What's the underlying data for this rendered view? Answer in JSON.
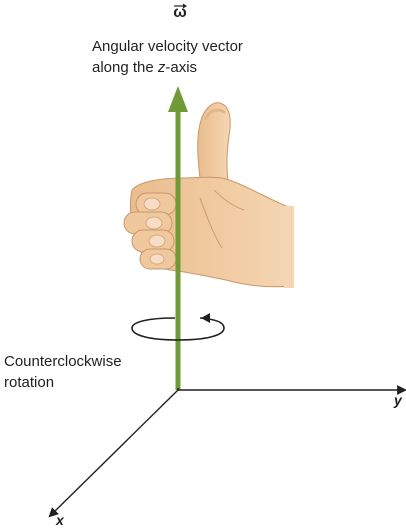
{
  "omega_symbol": "ω",
  "vector_label": {
    "line1": "Angular velocity vector",
    "line2_prefix": "along the ",
    "line2_axis": "z",
    "line2_suffix": "-axis"
  },
  "rotation_label": {
    "line1": "Counterclockwise",
    "line2": "rotation"
  },
  "axes": {
    "y": "y",
    "x": "x"
  },
  "colors": {
    "vector": "#6f9a35",
    "axes": "#231f20",
    "skin": "#efc79d",
    "skin_shadow": "#d9a97a",
    "nail": "#f6ddc6"
  },
  "icons": {
    "hand": "thumbs-up-hand-icon",
    "rotation": "counterclockwise-rotation-icon"
  }
}
